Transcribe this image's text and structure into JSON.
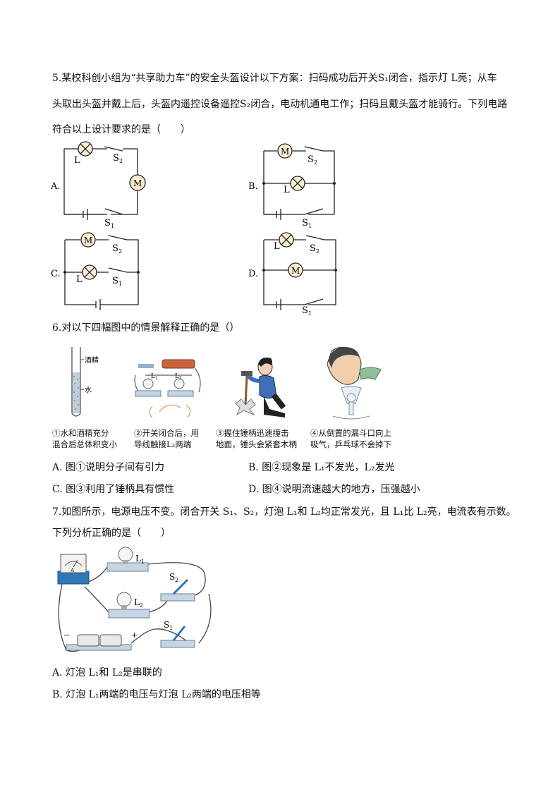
{
  "q5": {
    "line1": "5.某校科创小组为“共享助力车”的安全头盔设计以下方案：扫码成功后开关S₁闭合，指示灯 L亮；从车",
    "line2": "头取出头盔并戴上后，头盔内遥控设备遥控S₂闭合，电动机通电工作；扫码且戴头盔才能骑行。下列电路",
    "line3": "符合以上设计要求的是（　　）",
    "option_labels": [
      "A.",
      "B.",
      "C.",
      "D."
    ],
    "circuit_labels": {
      "lamp": "L",
      "motor": "M",
      "s1": "S",
      "s2": "S",
      "sub1": "1",
      "sub2": "2"
    }
  },
  "q6": {
    "stem": "6.对以下四幅图中的情景解释正确的是（）",
    "fig1_labels": {
      "alcohol": "酒精",
      "water": "水"
    },
    "fig2_labels": {
      "l1": "L",
      "l2": "L",
      "sub1": "1",
      "sub2": "2"
    },
    "captions": [
      [
        "①水和酒精充分",
        "混合后总体积变小"
      ],
      [
        "②开关闭合后，用",
        "导线触接L₂两端"
      ],
      [
        "③握住锤柄迅速撞击",
        "地面，锤头会紧套木柄"
      ],
      [
        "④从倒置的漏斗口向上",
        "吸气，乒乓球不会掉下"
      ]
    ],
    "options": {
      "A": "A. 图①说明分子间有引力",
      "B": "B. 图②现象是 L₁不发光，L₂发光",
      "C": "C. 图③利用了锤柄具有惯性",
      "D": "D. 图④说明流速越大的地方，压强越小"
    }
  },
  "q7": {
    "line1": "7.如图所示，电源电压不变。闭合开关 S₁、S₂，灯泡 L₁和 L₂均正常发光，且 L₁比 L₂亮，电流表有示数。",
    "line2": "下列分析正确的是（　　）",
    "fig_labels": {
      "l1": "L",
      "l2": "L",
      "s1": "S",
      "s2": "S",
      "sub1": "1",
      "sub2": "2",
      "ammeter": "A",
      "minus": "−",
      "plus": "+"
    },
    "options": {
      "A": "A. 灯泡 L₁和 L₂是串联的",
      "B": "B. 灯泡 L₁两端的电压与灯泡 L₂两端的电压相等"
    }
  }
}
